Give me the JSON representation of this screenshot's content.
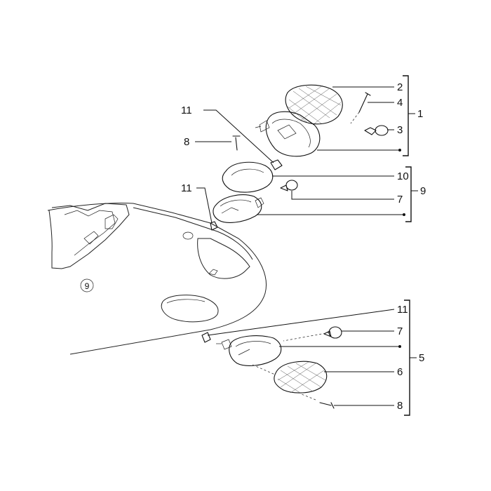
{
  "diagram": {
    "callouts": {
      "group_top": {
        "item_2": "2",
        "item_4": "4",
        "item_3": "3",
        "assembly": "1"
      },
      "group_mid": {
        "item_11_a": "11",
        "item_8_a": "8",
        "item_10": "10",
        "item_11_b": "11",
        "item_7_a": "7",
        "assembly": "9"
      },
      "group_bottom": {
        "item_11_c": "11",
        "item_7_b": "7",
        "item_6": "6",
        "item_8_b": "8",
        "assembly": "5"
      }
    },
    "body_badge": "9"
  }
}
